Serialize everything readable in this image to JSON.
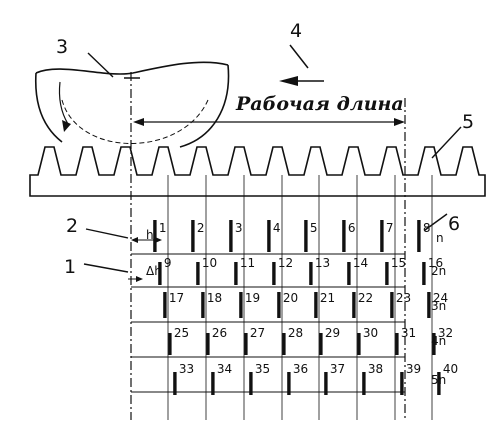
{
  "callouts": {
    "c1": "1",
    "c2": "2",
    "c3": "3",
    "c4": "4",
    "c5": "5",
    "c6": "6"
  },
  "working_length": "Рабочая длина",
  "dim_h": "h",
  "dim_dh": "Δh",
  "pass_labels": [
    "n",
    "2n",
    "3n",
    "4n",
    "5n"
  ],
  "cuts": [
    [
      "1",
      "2",
      "3",
      "4",
      "5",
      "6",
      "7",
      "8"
    ],
    [
      "9",
      "10",
      "11",
      "12",
      "13",
      "14",
      "15",
      "16"
    ],
    [
      "17",
      "18",
      "19",
      "20",
      "21",
      "22",
      "23",
      "24"
    ],
    [
      "25",
      "26",
      "27",
      "28",
      "29",
      "30",
      "31",
      "32"
    ],
    [
      "33",
      "34",
      "35",
      "36",
      "37",
      "38",
      "39",
      "40"
    ]
  ],
  "colors": {
    "ink": "#111111",
    "background": "#ffffff"
  }
}
